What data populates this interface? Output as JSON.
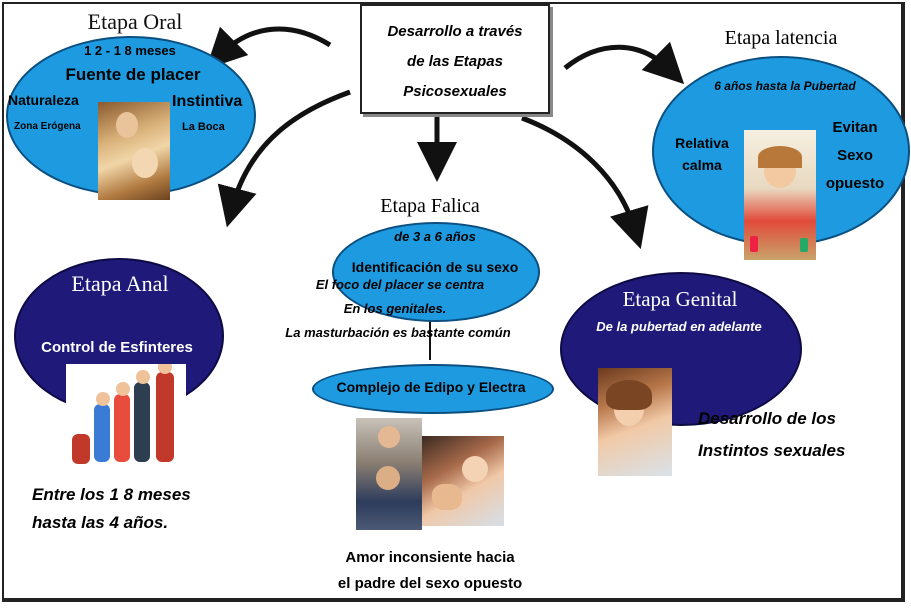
{
  "center_box": {
    "line1": "Desarrollo a través",
    "line2": "de las Etapas",
    "line3": "Psicosexuales"
  },
  "oral": {
    "title": "Etapa Oral",
    "age": "1 2 - 1 8 meses",
    "source": "Fuente de placer",
    "left_label": "Naturaleza",
    "left_sub": "Zona Erógena",
    "right_label": "Instintiva",
    "right_sub": "La Boca"
  },
  "latencia": {
    "title": "Etapa latencia",
    "age": "6 años hasta la Pubertad",
    "left_line1": "Relativa",
    "left_line2": "calma",
    "right_line1": "Evitan",
    "right_line2": "Sexo",
    "right_line3": "opuesto"
  },
  "falica": {
    "title": "Etapa Falica",
    "age": "de 3 a 6 años",
    "identification": "Identificación de su sexo",
    "focus_line1": "El foco del placer se centra",
    "focus_line2": "En los genitales.",
    "focus_line3": "La masturbación es bastante común",
    "complex": "Complejo de Edipo y Electra",
    "love_line1": "Amor inconsiente hacia",
    "love_line2": "el padre del sexo opuesto"
  },
  "anal": {
    "title": "Etapa Anal",
    "control": "Control de Esfinteres",
    "range_line1": "Entre los 1 8 meses",
    "range_line2": "hasta las 4 años."
  },
  "genital": {
    "title": "Etapa Genital",
    "age": "De la pubertad en adelante",
    "dev_line1": "Desarrollo de los",
    "dev_line2": "Instintos sexuales"
  },
  "colors": {
    "oval_blue": "#1e9be0",
    "oval_navy": "#1f1a7a",
    "text_dark": "#111111",
    "text_white": "#ffffff"
  }
}
